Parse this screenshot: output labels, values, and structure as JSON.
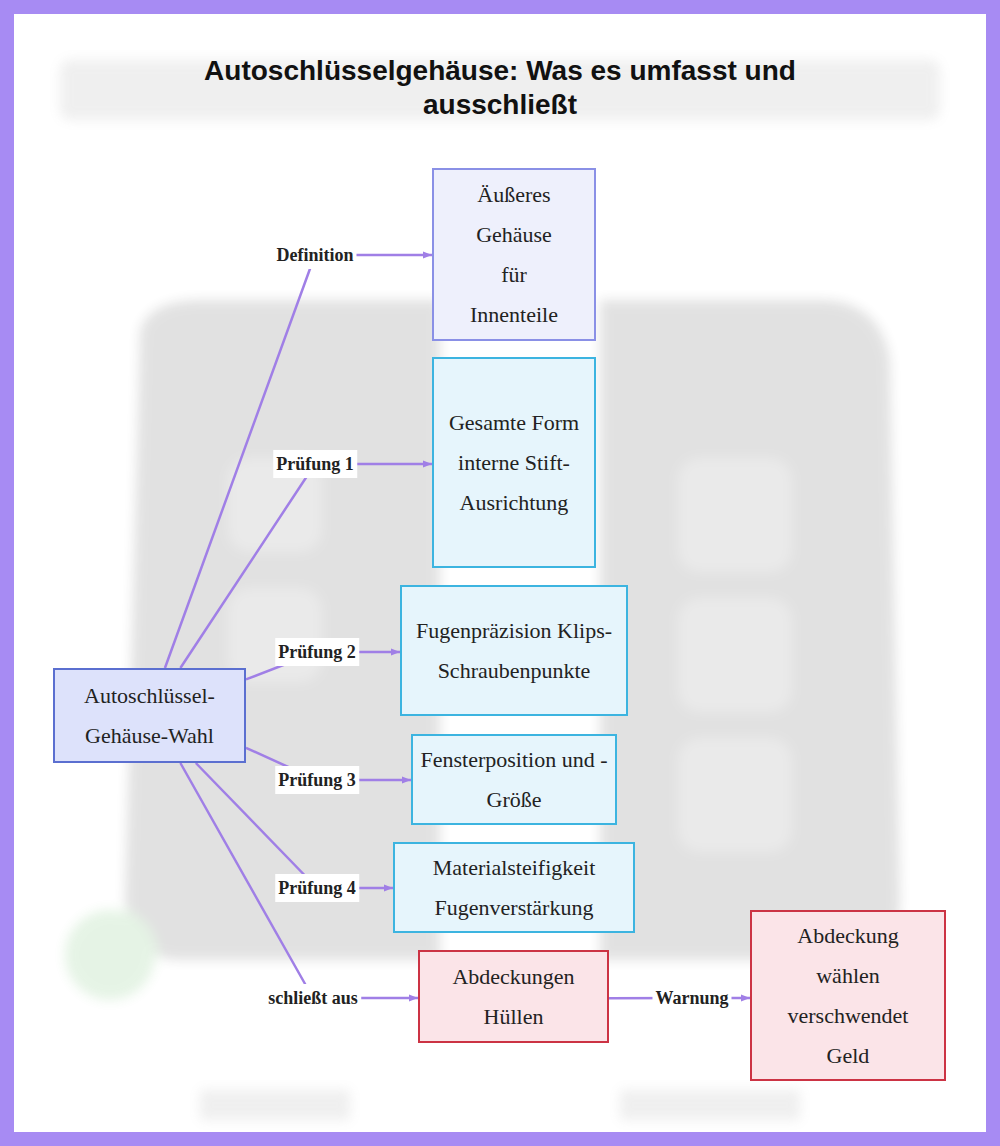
{
  "diagram": {
    "title": "Autoschlüsselgehäuse: Was es umfasst und ausschließt",
    "nodes": [
      {
        "text": [
          "Autoschlüssel- Gehäuse-Wahl"
        ]
      },
      {
        "text": [
          "Äußeres Gehäuse für Innenteile"
        ]
      },
      {
        "text": [
          "Gesamte Form interne Stift- Ausrichtung"
        ]
      },
      {
        "text": [
          "Fugenpräzision Klips- Schraubenpunkte"
        ]
      },
      {
        "text": [
          "Fensterposition und -Größe"
        ]
      },
      {
        "text": [
          "Materialsteifigkeit Fugenverstärkung"
        ]
      },
      {
        "text": [
          "Abdeckungen Hüllen"
        ]
      },
      {
        "text": [
          "Abdeckung wählen verschwendet Geld"
        ]
      }
    ],
    "edges": [
      {
        "from": 0,
        "to": 1,
        "label": "Definition",
        "arrow": "to"
      },
      {
        "from": 0,
        "to": 2,
        "label": "Prüfung 1",
        "arrow": "to"
      },
      {
        "from": 0,
        "to": 3,
        "label": "Prüfung 2",
        "arrow": "to"
      },
      {
        "from": 0,
        "to": 4,
        "label": "Prüfung 3",
        "arrow": "to"
      },
      {
        "from": 0,
        "to": 5,
        "label": "Prüfung 4",
        "arrow": "to"
      },
      {
        "from": 0,
        "to": 6,
        "label": "schließt aus",
        "arrow": "to"
      },
      {
        "from": 6,
        "to": 7,
        "label": "Warnung",
        "arrow": "to"
      }
    ]
  }
}
